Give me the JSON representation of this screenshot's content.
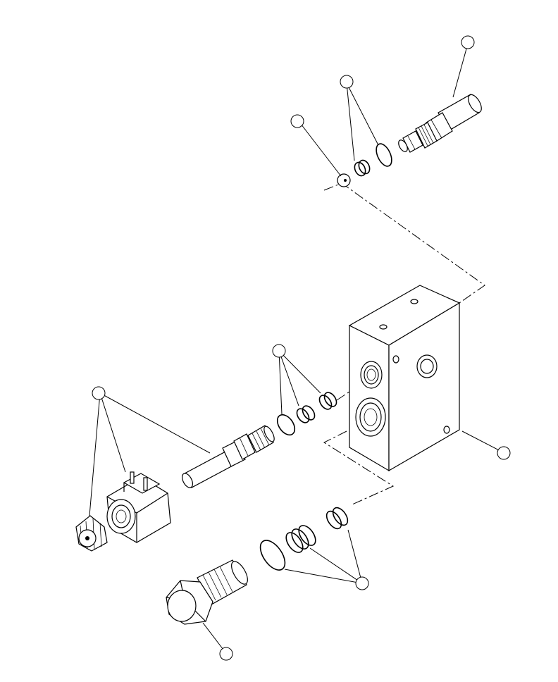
{
  "diagram": {
    "colors": {
      "ink": "#000000",
      "paper": "#ffffff"
    },
    "callouts": [
      {
        "id": "balloon-top-cartridge"
      },
      {
        "id": "balloon-top-seals"
      },
      {
        "id": "balloon-top-plug"
      },
      {
        "id": "balloon-mid-seals"
      },
      {
        "id": "balloon-solenoid-group"
      },
      {
        "id": "balloon-valve-block"
      },
      {
        "id": "balloon-bottom-seals"
      },
      {
        "id": "balloon-bottom-plug"
      }
    ]
  }
}
